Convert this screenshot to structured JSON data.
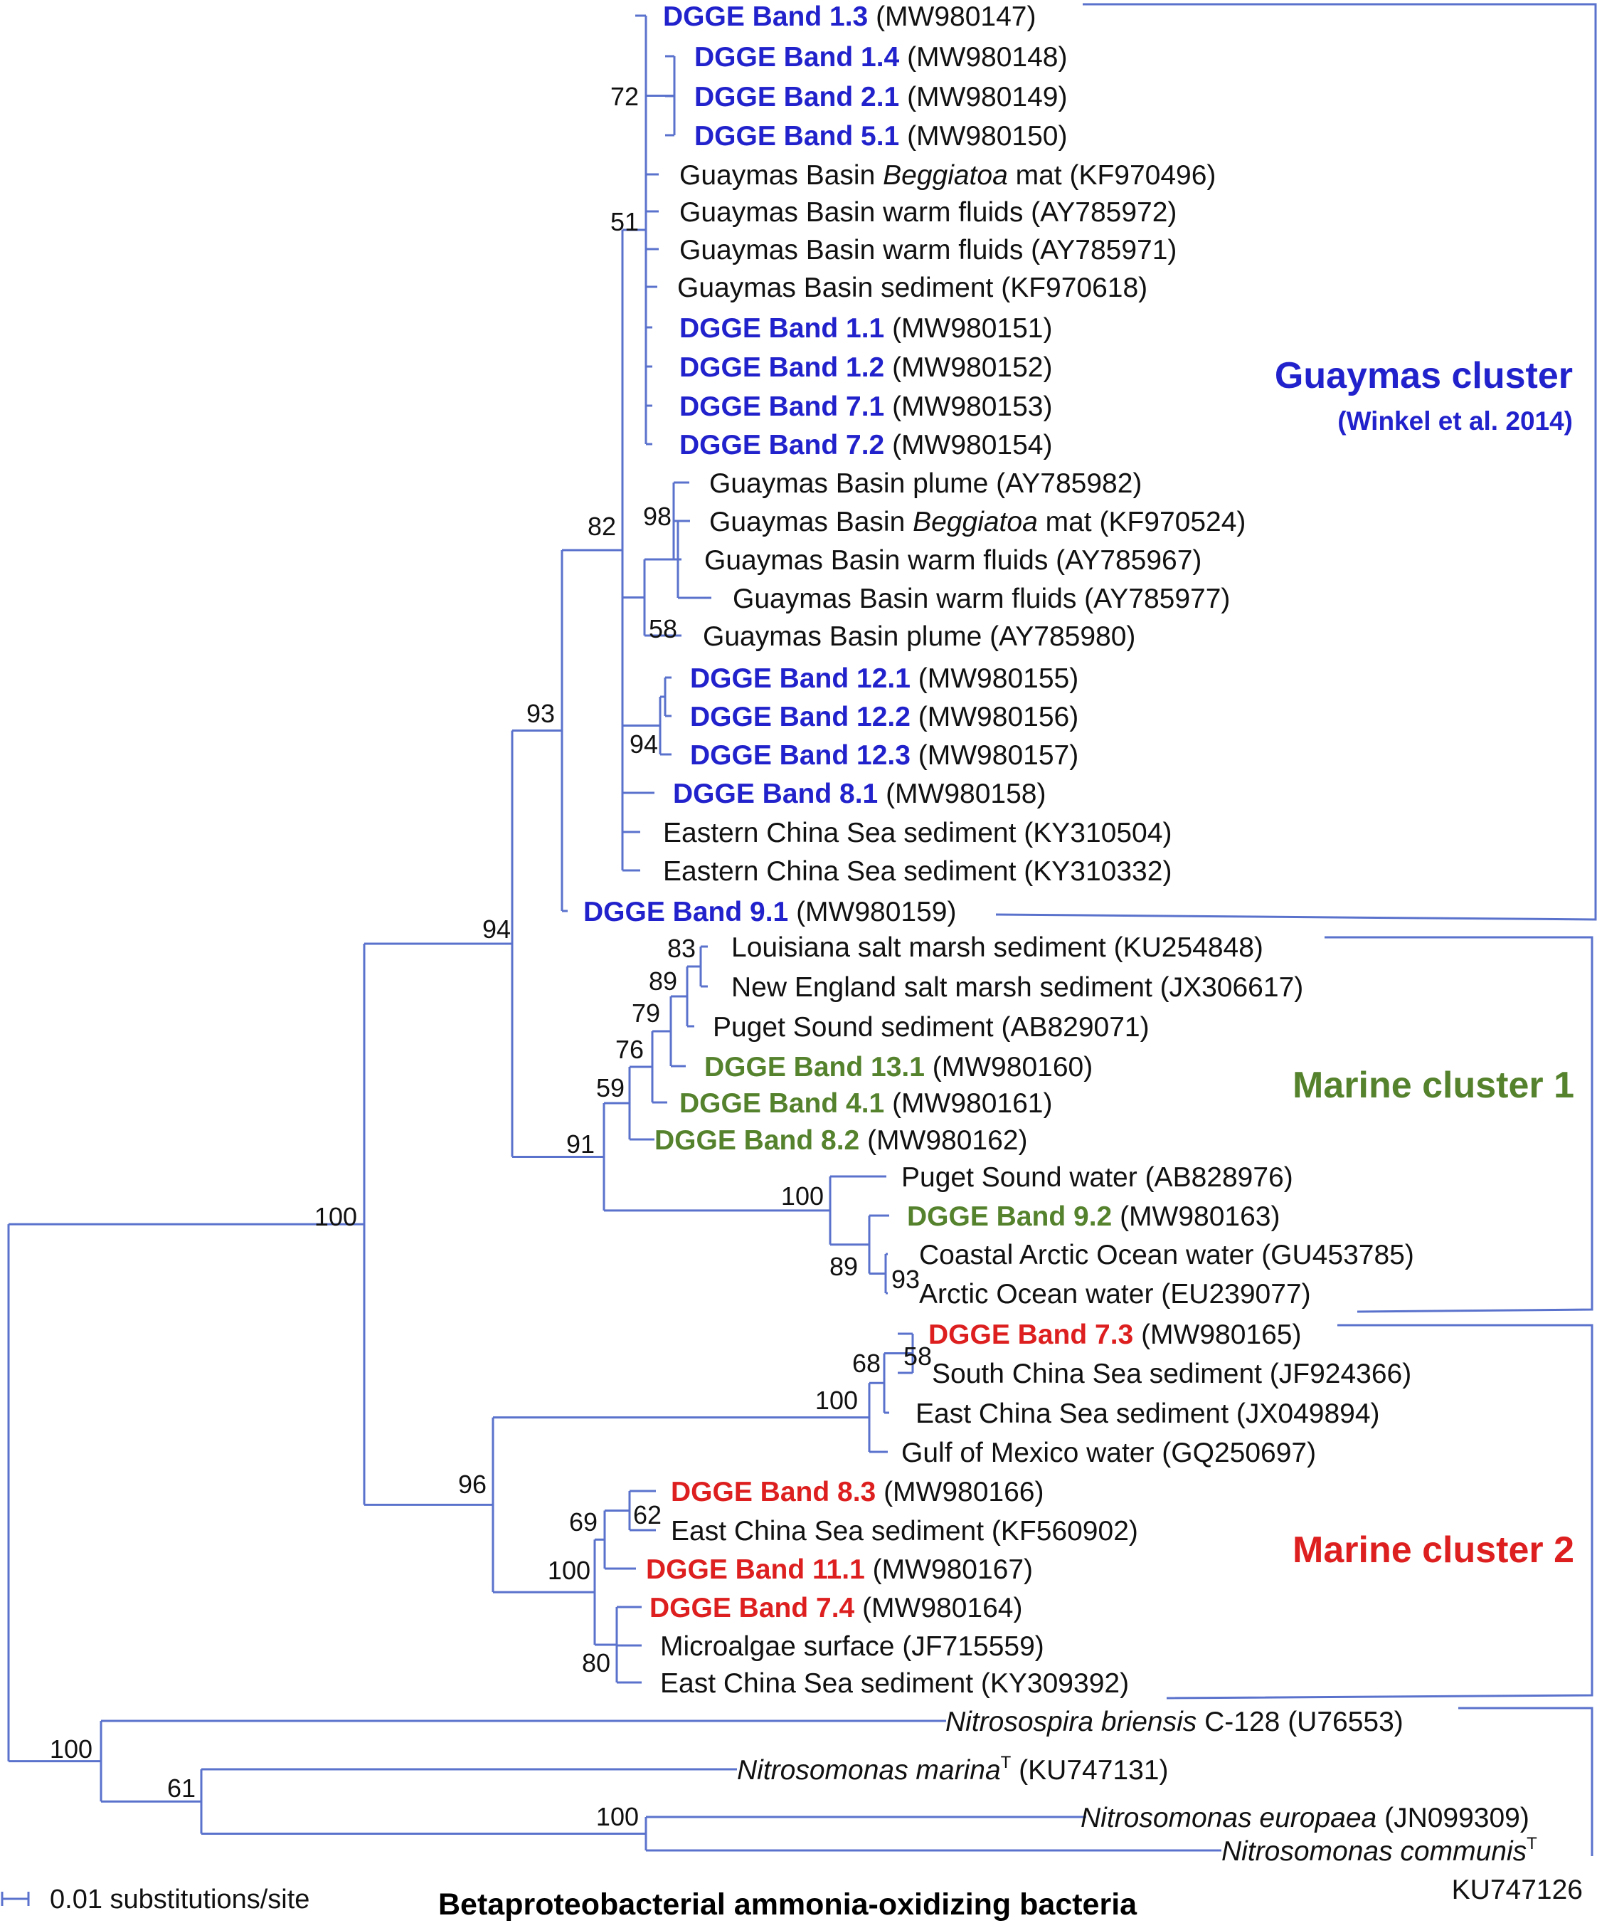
{
  "title": "Betaproteobacterial ammonia-oxidizing bacteria",
  "scale_label": "0.01 substitutions/site",
  "colors": {
    "branch": "#5a72cc",
    "blue": "#2222cc",
    "green": "#55822d",
    "red": "#dd1f1f",
    "text": "#111111"
  },
  "clusters": [
    {
      "name": "Guaymas cluster",
      "note": "(Winkel et al. 2014)",
      "color": "#2222cc"
    },
    {
      "name": "Marine cluster 1",
      "color": "#55822d"
    },
    {
      "name": "Marine cluster 2",
      "color": "#dd1f1f"
    }
  ],
  "leaves": [
    {
      "id": "b13",
      "bold": "DGGE Band 1.3",
      "rest": " (MW980147)",
      "color": "blue"
    },
    {
      "id": "b14",
      "bold": "DGGE Band 1.4",
      "rest": " (MW980148)",
      "color": "blue"
    },
    {
      "id": "b21",
      "bold": "DGGE Band 2.1",
      "rest": " (MW980149)",
      "color": "blue"
    },
    {
      "id": "b51",
      "bold": "DGGE Band 5.1",
      "rest": " (MW980150)",
      "color": "blue"
    },
    {
      "id": "gbm1",
      "pre": "Guaymas Basin ",
      "ital": "Beggiatoa",
      "rest": " mat (KF970496)"
    },
    {
      "id": "gwf1",
      "pre": "Guaymas Basin warm fluids (AY785972)"
    },
    {
      "id": "gwf2",
      "pre": "Guaymas Basin warm fluids (AY785971)"
    },
    {
      "id": "gsed",
      "pre": "Guaymas Basin sediment (KF970618)"
    },
    {
      "id": "b11",
      "bold": "DGGE Band 1.1",
      "rest": " (MW980151)",
      "color": "blue"
    },
    {
      "id": "b12",
      "bold": "DGGE Band 1.2",
      "rest": " (MW980152)",
      "color": "blue"
    },
    {
      "id": "b71",
      "bold": "DGGE Band 7.1",
      "rest": " (MW980153)",
      "color": "blue"
    },
    {
      "id": "b72",
      "bold": "DGGE Band 7.2",
      "rest": " (MW980154)",
      "color": "blue"
    },
    {
      "id": "gpl1",
      "pre": "Guaymas Basin plume (AY785982)"
    },
    {
      "id": "gbm2",
      "pre": "Guaymas Basin ",
      "ital": "Beggiatoa",
      "rest": " mat (KF970524)"
    },
    {
      "id": "gwf3",
      "pre": "Guaymas Basin warm fluids (AY785967)"
    },
    {
      "id": "gwf4",
      "pre": "Guaymas Basin warm fluids (AY785977)"
    },
    {
      "id": "gpl2",
      "pre": "Guaymas Basin plume (AY785980)"
    },
    {
      "id": "b121",
      "bold": "DGGE Band 12.1",
      "rest": " (MW980155)",
      "color": "blue"
    },
    {
      "id": "b122",
      "bold": "DGGE Band 12.2",
      "rest": " (MW980156)",
      "color": "blue"
    },
    {
      "id": "b123",
      "bold": "DGGE Band 12.3",
      "rest": " (MW980157)",
      "color": "blue"
    },
    {
      "id": "b81",
      "bold": "DGGE Band 8.1",
      "rest": " (MW980158)",
      "color": "blue"
    },
    {
      "id": "ecs1",
      "pre": "Eastern China Sea sediment (KY310504)"
    },
    {
      "id": "ecs2",
      "pre": "Eastern China Sea sediment (KY310332)"
    },
    {
      "id": "b91",
      "bold": "DGGE Band 9.1",
      "rest": " (MW980159)",
      "color": "blue"
    },
    {
      "id": "lsm",
      "pre": "Louisiana salt marsh sediment (KU254848)"
    },
    {
      "id": "nesm",
      "pre": "New England salt marsh sediment (JX306617)"
    },
    {
      "id": "pss",
      "pre": "Puget Sound sediment (AB829071)"
    },
    {
      "id": "b131",
      "bold": "DGGE Band 13.1",
      "rest": " (MW980160)",
      "color": "green"
    },
    {
      "id": "b41",
      "bold": "DGGE Band 4.1",
      "rest": " (MW980161)",
      "color": "green"
    },
    {
      "id": "b82",
      "bold": "DGGE Band 8.2",
      "rest": " (MW980162)",
      "color": "green"
    },
    {
      "id": "psw",
      "pre": "Puget Sound water (AB828976)"
    },
    {
      "id": "b92",
      "bold": "DGGE Band 9.2",
      "rest": " (MW980163)",
      "color": "green"
    },
    {
      "id": "cao",
      "pre": "Coastal Arctic Ocean water (GU453785)"
    },
    {
      "id": "aow",
      "pre": "Arctic Ocean water (EU239077)"
    },
    {
      "id": "b73",
      "bold": "DGGE Band 7.3",
      "rest": " (MW980165)",
      "color": "red"
    },
    {
      "id": "scs",
      "pre": "South China Sea sediment (JF924366)"
    },
    {
      "id": "ecs3",
      "pre": "East China Sea sediment (JX049894)"
    },
    {
      "id": "gom",
      "pre": "Gulf of Mexico water (GQ250697)"
    },
    {
      "id": "b83",
      "bold": "DGGE Band 8.3",
      "rest": " (MW980166)",
      "color": "red"
    },
    {
      "id": "ecs4",
      "pre": "East China Sea sediment (KF560902)"
    },
    {
      "id": "b111",
      "bold": "DGGE Band 11.1",
      "rest": " (MW980167)",
      "color": "red"
    },
    {
      "id": "b74",
      "bold": "DGGE Band 7.4",
      "rest": " (MW980164)",
      "color": "red"
    },
    {
      "id": "mas",
      "pre": "Microalgae surface (JF715559)"
    },
    {
      "id": "ecs5",
      "pre": "East China Sea sediment (KY309392)"
    },
    {
      "id": "nbr",
      "ital": "Nitrosospira briensis",
      "rest": " C-128 (U76553)"
    },
    {
      "id": "nma",
      "ital": "Nitrosomonas marina",
      "sup": "T",
      "rest": " (KU747131)"
    },
    {
      "id": "neu",
      "ital": "Nitrosomonas europaea",
      "rest": " (JN099309)"
    },
    {
      "id": "nco",
      "ital": "Nitrosomonas communis",
      "sup": "T",
      "line2": "KU747126"
    }
  ],
  "bootstrap": [
    "72",
    "51",
    "82",
    "98",
    "58",
    "94",
    "93",
    "94",
    "83",
    "89",
    "79",
    "76",
    "59",
    "91",
    "100",
    "89",
    "93",
    "100",
    "68",
    "58",
    "100",
    "96",
    "69",
    "62",
    "100",
    "80",
    "100",
    "61",
    "100"
  ]
}
